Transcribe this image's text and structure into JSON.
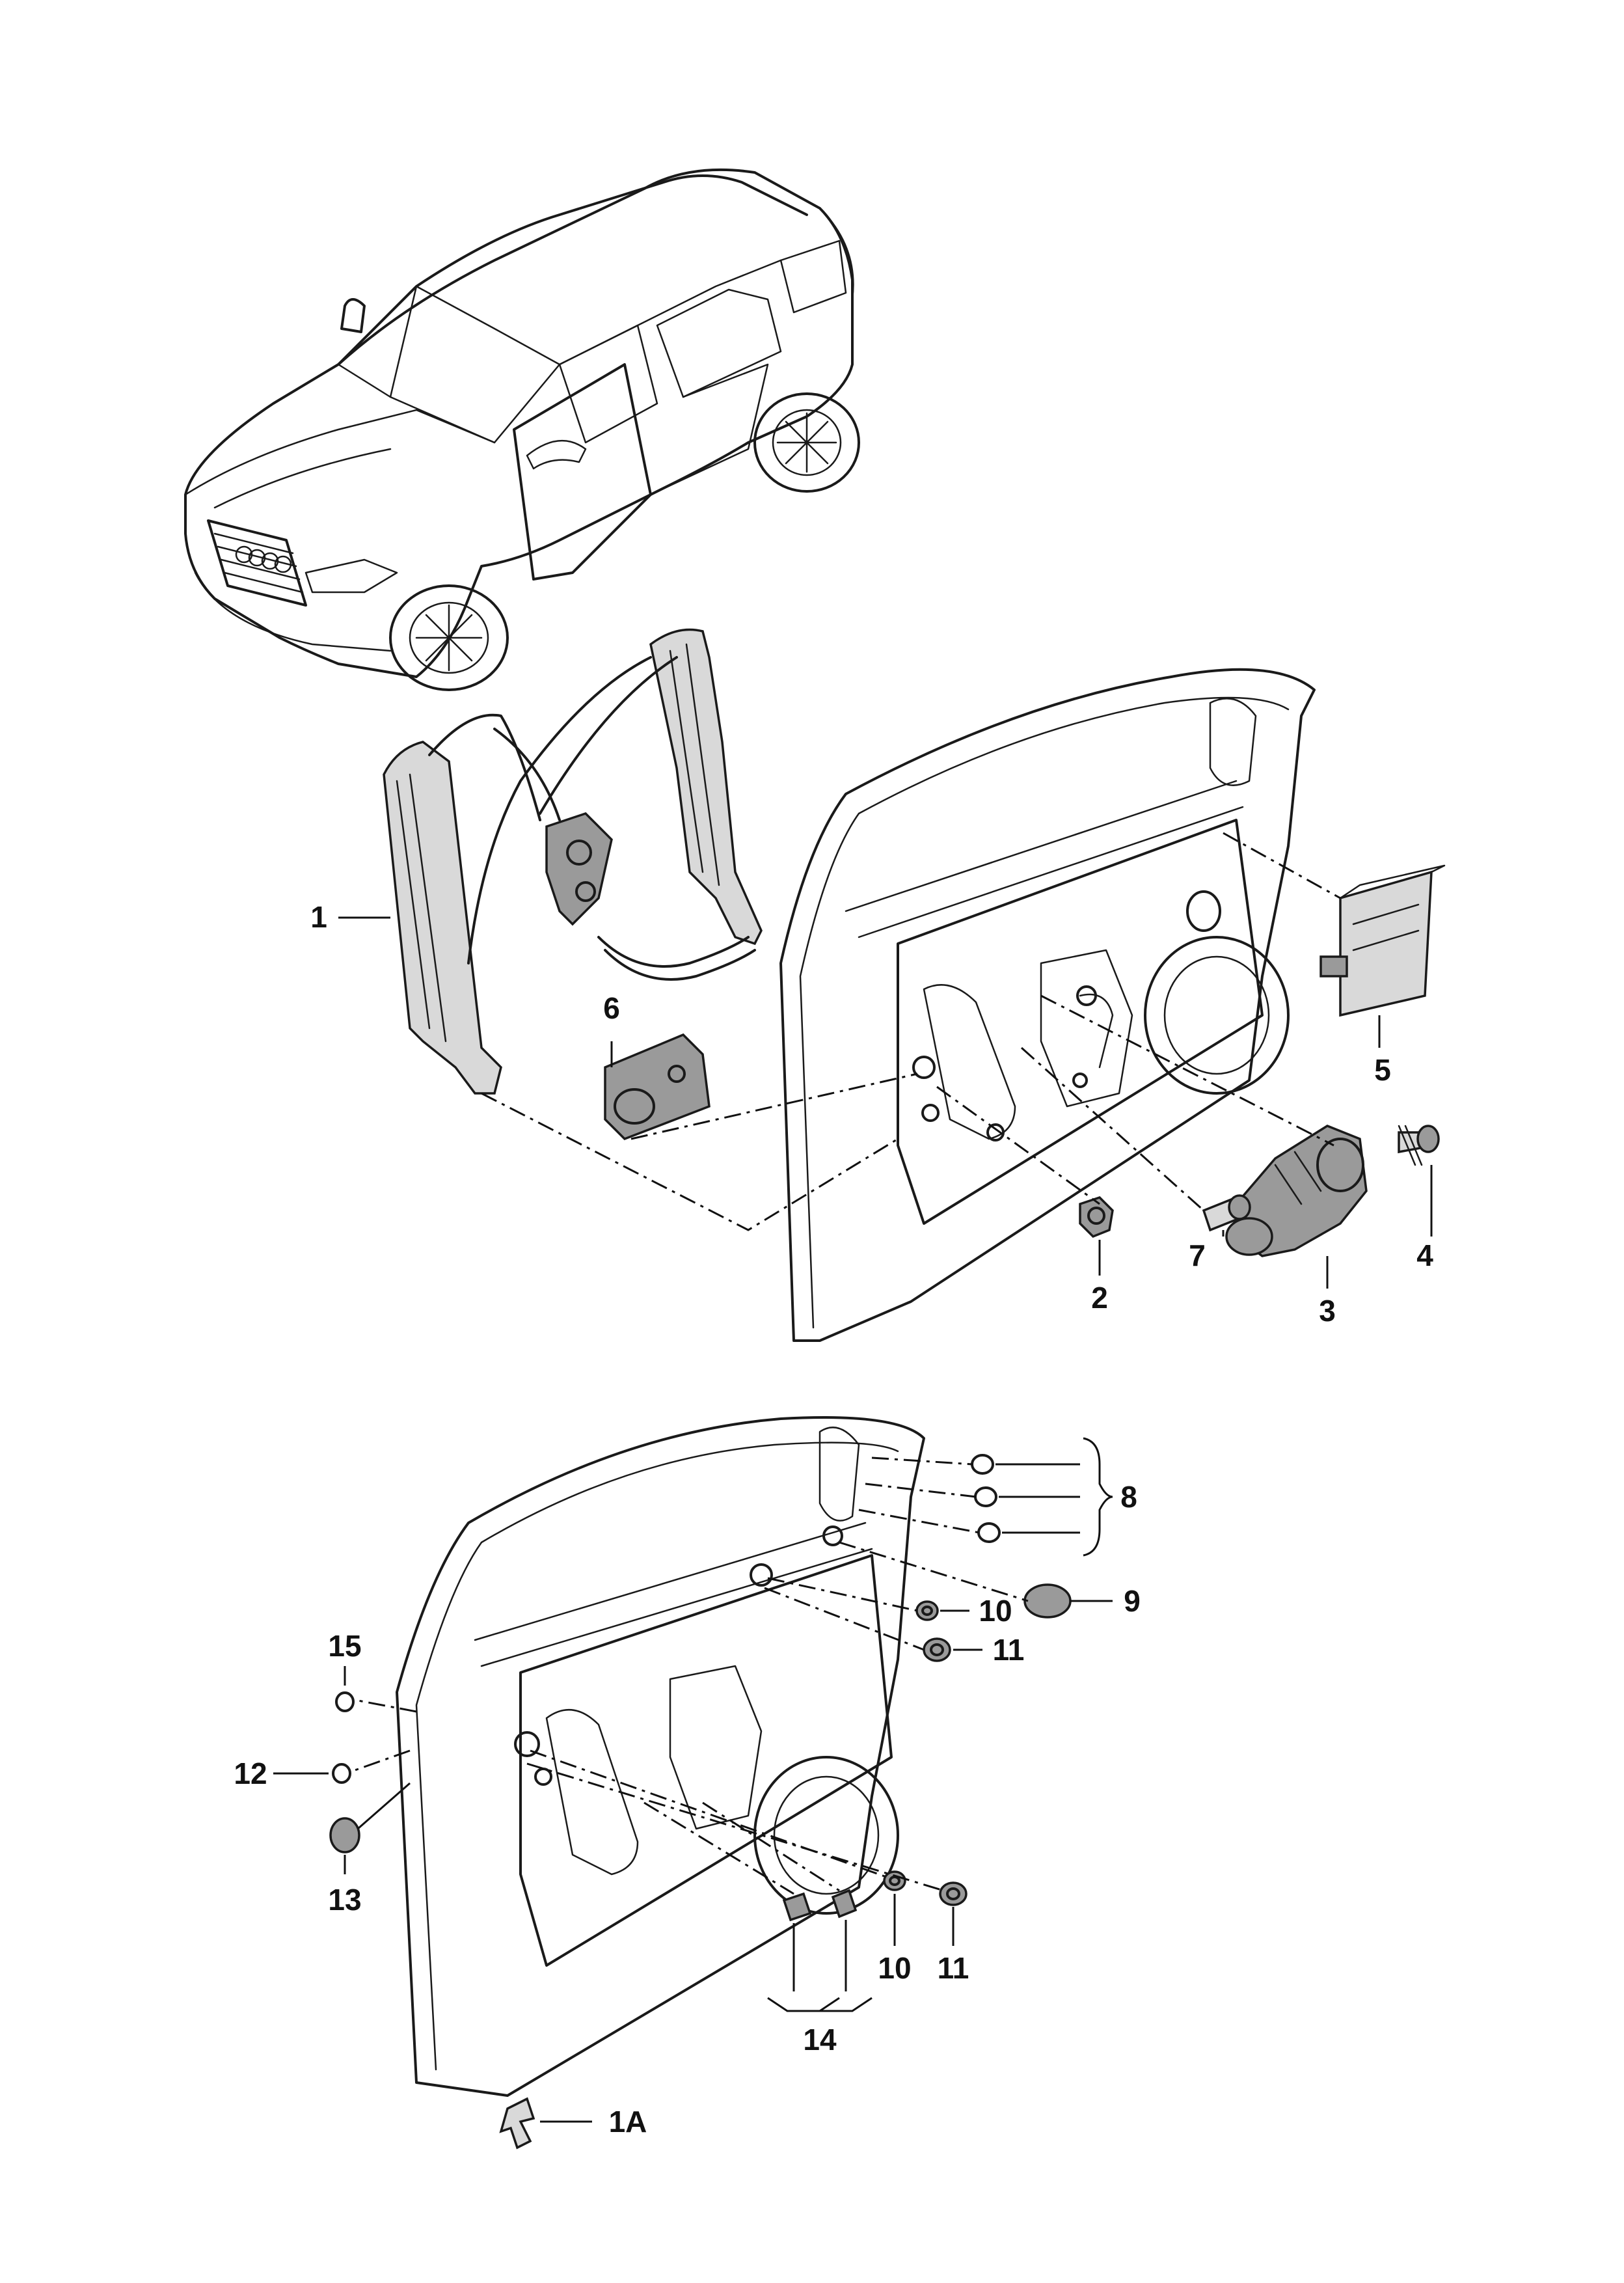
{
  "callouts": {
    "c1": "1",
    "c2": "2",
    "c3": "3",
    "c4": "4",
    "c5": "5",
    "c6": "6",
    "c7": "7",
    "c8": "8",
    "c9": "9",
    "c10a": "10",
    "c10b": "10",
    "c11a": "11",
    "c11b": "11",
    "c12": "12",
    "c13": "13",
    "c14": "14",
    "c15": "15",
    "c1A": "1A"
  }
}
